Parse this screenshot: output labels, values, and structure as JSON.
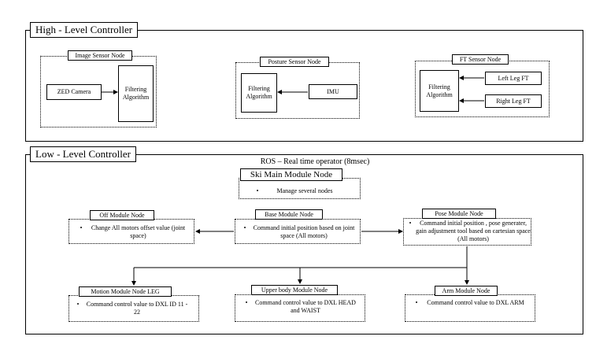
{
  "high": {
    "title": "High - Level Controller",
    "image_node": {
      "title": "Image Sensor Node",
      "camera": "ZED Camera",
      "filter": "Filtering Algorithm"
    },
    "posture_node": {
      "title": "Posture Sensor Node",
      "filter": "Filtering Algorithm",
      "imu": "IMU"
    },
    "ft_node": {
      "title": "FT Sensor Node",
      "filter": "Filtering Algorithm",
      "left": "Left Leg FT",
      "right": "Right Leg FT"
    }
  },
  "low": {
    "title": "Low - Level Controller",
    "ros": "ROS – Real time operator (8msec)",
    "main": {
      "title": "Ski Main Module Node",
      "text": "Manage several nodes"
    },
    "off": {
      "title": "Off Module Node",
      "text": "Change All motors offset value (joint space)"
    },
    "base": {
      "title": "Base Module Node",
      "text": "Command initial position based on joint space (All motors)"
    },
    "pose": {
      "title": "Pose Module Node",
      "text": "Command initial position , pose generater, gain adjustment tool based on cartesian space (All motors)"
    },
    "motion": {
      "title": "Motion Module Node  LEG",
      "text": "Command control value to DXL ID 11 - 22"
    },
    "upper": {
      "title": "Upper body Module Node",
      "text": "Command control value to DXL HEAD and WAIST"
    },
    "arm": {
      "title": "Arm Module Node",
      "text": "Command control value to DXL ARM"
    },
    "bullet": "•"
  }
}
